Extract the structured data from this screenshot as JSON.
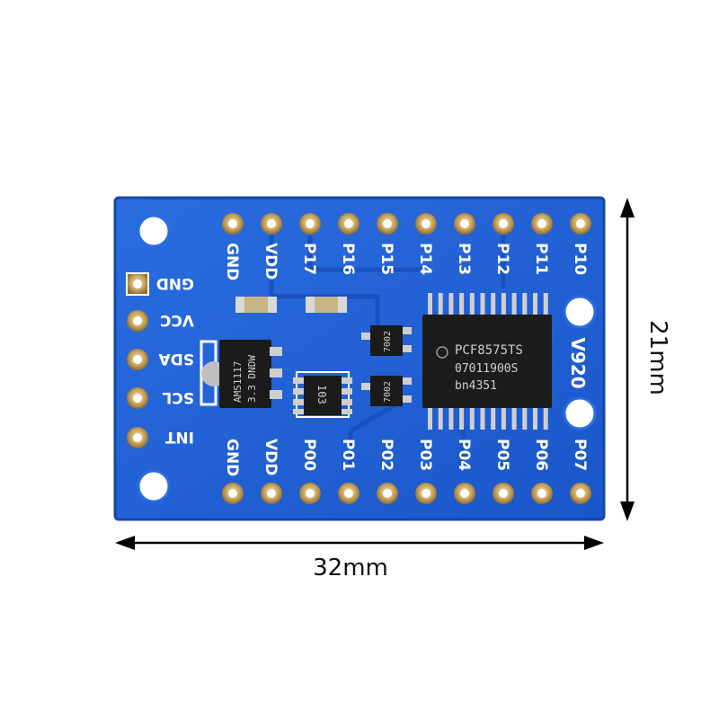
{
  "board": {
    "top_pins": [
      "GND",
      "VDD",
      "P17",
      "P16",
      "P15",
      "P14",
      "P13",
      "P12",
      "P11",
      "P10"
    ],
    "bottom_pins": [
      "GND",
      "VDD",
      "P00",
      "P01",
      "P02",
      "P03",
      "P04",
      "P05",
      "P06",
      "P07"
    ],
    "left_pins": [
      "GND",
      "VCC",
      "SDA",
      "SCL",
      "INT"
    ],
    "side_label": "V920",
    "main_chip": {
      "line1": "PCF8575TS",
      "line2": "07011900S",
      "line3": "bn4351"
    },
    "regulator": {
      "line1": "AMS1117",
      "line2": "3.3 DNDW"
    },
    "resistor_marking": "103",
    "transistor_marking": "7002"
  },
  "dimensions": {
    "width": "32mm",
    "height": "21mm"
  },
  "colors": {
    "pcb": "#1f5fd6",
    "pcb_edge": "#174cb4",
    "silkscreen": "#ffffff",
    "pad": "#d8b97a",
    "chip": "#1c1c1c"
  }
}
